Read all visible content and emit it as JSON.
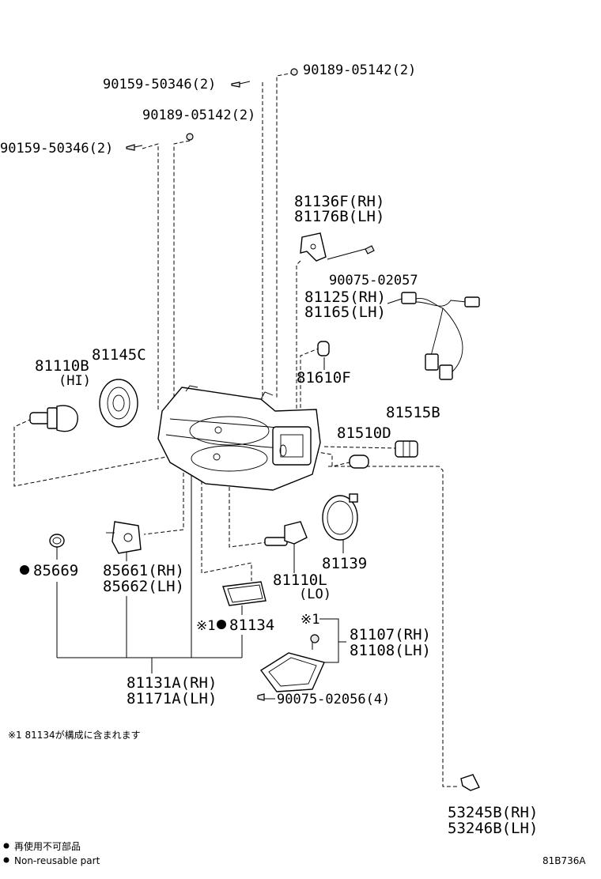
{
  "labels": {
    "p90189_top": "90189-05142(2)",
    "p90159_top": "90159-50346(2)",
    "p90189_mid": "90189-05142(2)",
    "p90159_left": "90159-50346(2)",
    "p81136": "81136F(RH)",
    "p81176": "81176B(LH)",
    "p90075_02057": "90075-02057",
    "p81125": "81125(RH)",
    "p81165": "81165(LH)",
    "p81610": "81610F",
    "p81110b": "81110B",
    "p81110b_sub": "(HI)",
    "p81145": "81145C",
    "p81515": "81515B",
    "p81510": "81510D",
    "p85669": "85669",
    "p85661": "85661(RH)",
    "p85662": "85662(LH)",
    "p81110l": "81110L",
    "p81110l_sub": "(LO)",
    "p81139": "81139",
    "p81134_mark": "※1",
    "p81134": "81134",
    "p81107_mark": "※1",
    "p81107": "81107(RH)",
    "p81108": "81108(LH)",
    "p90075_02056": "90075-02056(4)",
    "p81131": "81131A(RH)",
    "p81171": "81171A(LH)",
    "p53245": "53245B(RH)",
    "p53246": "53246B(LH)"
  },
  "notes": {
    "footnote": "※1  81134が構成に含まれます",
    "nonreusable_jp": "再使用不可部品",
    "nonreusable_en": "Non-reusable part"
  },
  "diagram_code": "81B736A"
}
